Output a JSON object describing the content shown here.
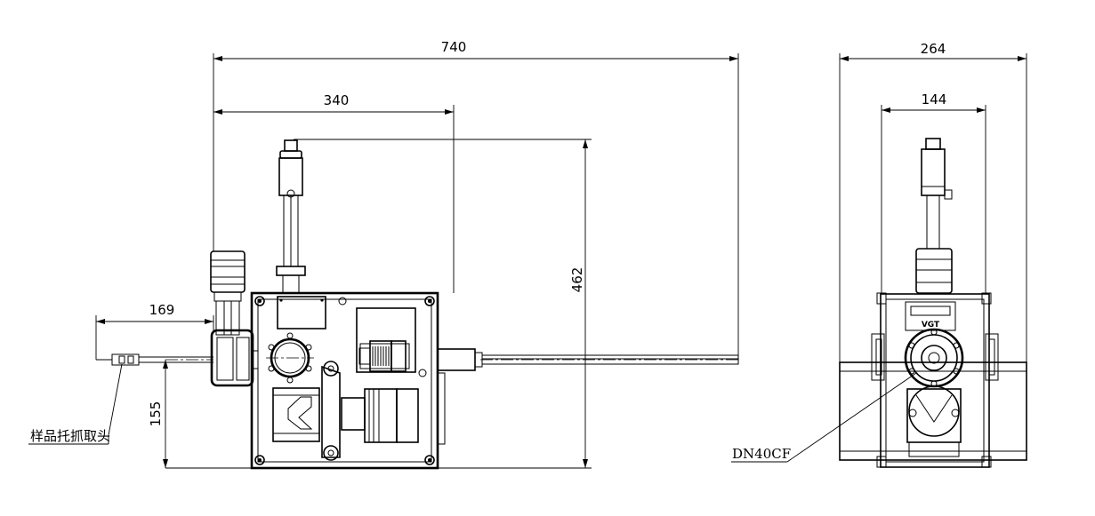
{
  "dimensions": {
    "total_length": "740",
    "flange_offset": "340",
    "height": "462",
    "extension": "169",
    "axis_height": "155",
    "side_width": "264",
    "side_inner_width": "144"
  },
  "labels": {
    "sample_gripper": "样品托抓取头",
    "flange": "DN40CF"
  },
  "logo_text": "VGT"
}
